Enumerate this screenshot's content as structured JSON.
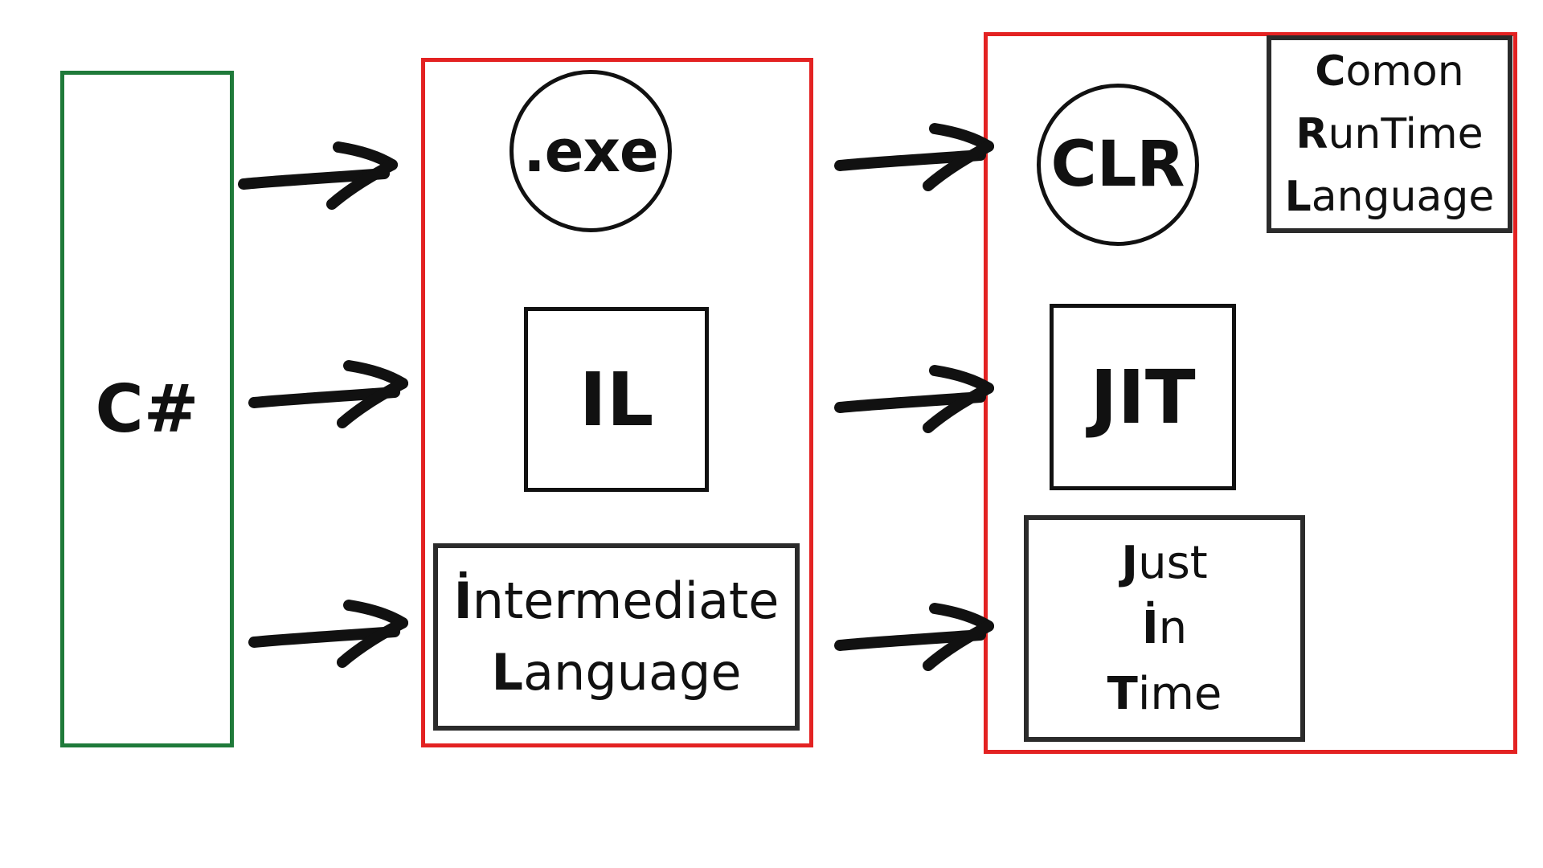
{
  "colors": {
    "green_border": "#1f7a3a",
    "red_border": "#e32222",
    "dark": "#111111",
    "box_border": "#2b2b2b"
  },
  "csharp": {
    "label": "C#"
  },
  "column2": {
    "exe": ".exe",
    "il": "IL",
    "il_full": [
      {
        "initial": "İ",
        "rest": "ntermediate"
      },
      {
        "initial": "L",
        "rest": "anguage"
      }
    ]
  },
  "column3": {
    "clr": "CLR",
    "jit": "JIT",
    "clr_full": [
      {
        "initial": "C",
        "rest": "omon"
      },
      {
        "initial": "R",
        "rest": "unTime"
      },
      {
        "initial": "L",
        "rest": "anguage"
      }
    ],
    "jit_full": [
      {
        "initial": "J",
        "rest": "ust"
      },
      {
        "initial": "İ",
        "rest": "n"
      },
      {
        "initial": "T",
        "rest": "ime"
      }
    ]
  },
  "arrows": {
    "icon": "right-arrow-icon"
  }
}
